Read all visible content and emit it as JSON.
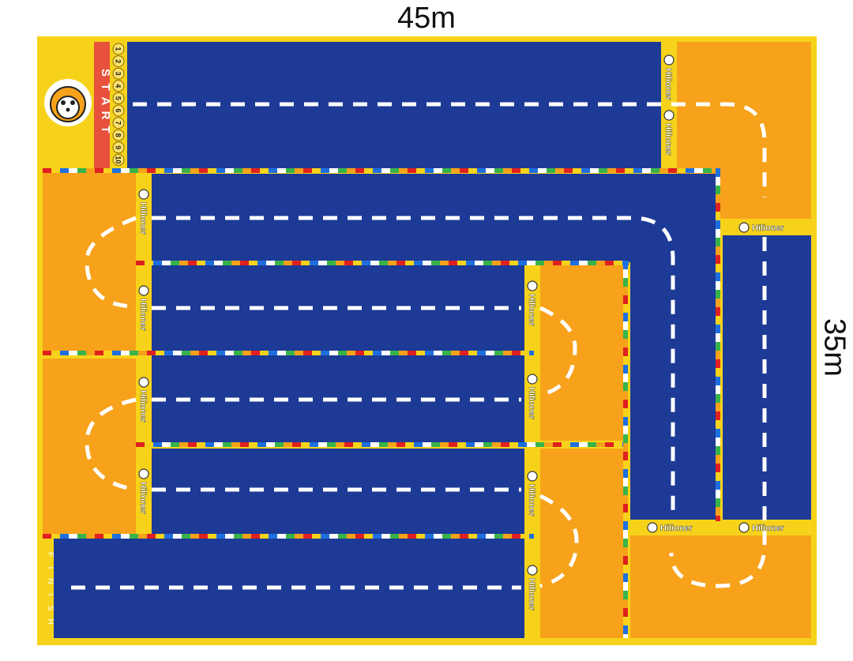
{
  "dimensions": {
    "width_label": "45m",
    "height_label": "35m"
  },
  "track": {
    "start_label": "START",
    "finish_label": "FINISH",
    "brand_label": "Hilioner",
    "lane_numbers": [
      "1",
      "2",
      "3",
      "4",
      "5",
      "6",
      "7",
      "8",
      "9",
      "10"
    ]
  },
  "colors": {
    "border": "#f6d31a",
    "lane": "#1d3a96",
    "turn": "#f7a21a",
    "start_bar": "#e8513b",
    "dash": "#ffffff",
    "stripe_palette": [
      "#e02020",
      "#f6d31a",
      "#1d6fe0",
      "#ffffff",
      "#37b34a",
      "#f7a21a"
    ]
  },
  "icons": {
    "mascot": "lion-mascot-icon",
    "brand": "lion-logo-icon"
  }
}
